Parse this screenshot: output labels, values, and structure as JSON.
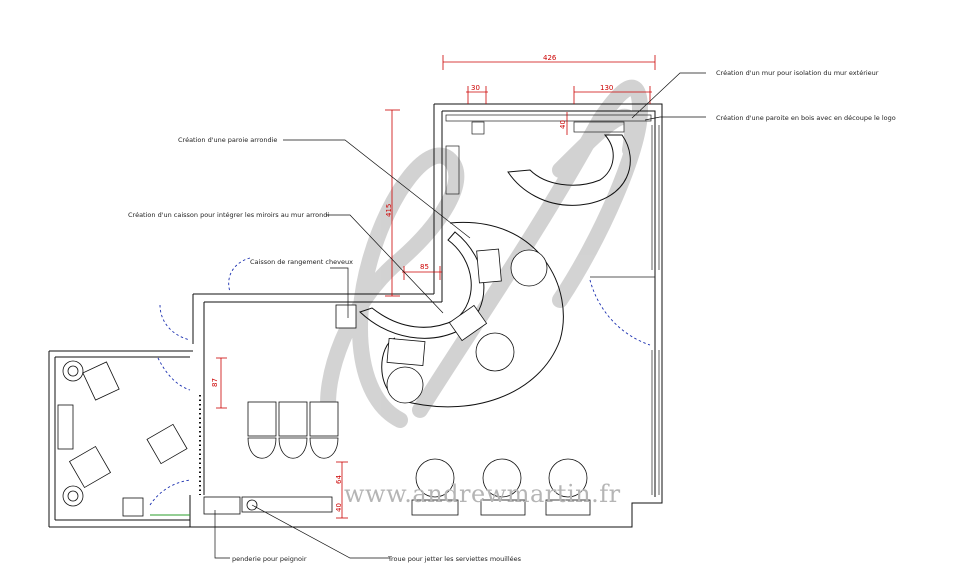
{
  "annotations": {
    "wall_insulation": "Création d'un mur pour isolation du mur extérieur",
    "wood_partition_logo": "Création d'une paroite en bois avec en découpe le logo",
    "rounded_partition": "Création d'une paroie arrondie",
    "mirror_box": "Création d'un caisson pour intégrer les miroirs au mur arrondi",
    "hair_storage": "Caisson de rangement cheveux",
    "coat_rack": "penderie pour peignoir",
    "towel_hole": "Troue pour jetter les serviettes mouillées"
  },
  "dimensions": {
    "top_width": "426",
    "small_30": "30",
    "right_130": "130",
    "vertical_40": "40",
    "height_415": "415",
    "width_85": "85",
    "height_87": "87",
    "height_64": "64",
    "height_40_bottom": "40"
  },
  "watermark": {
    "text": "www.andrewmartin.fr"
  },
  "colors": {
    "walls": "#111111",
    "dimensions": "#cc0000",
    "doors": "#1a2fb0",
    "watermark": "#b5b5b5"
  }
}
